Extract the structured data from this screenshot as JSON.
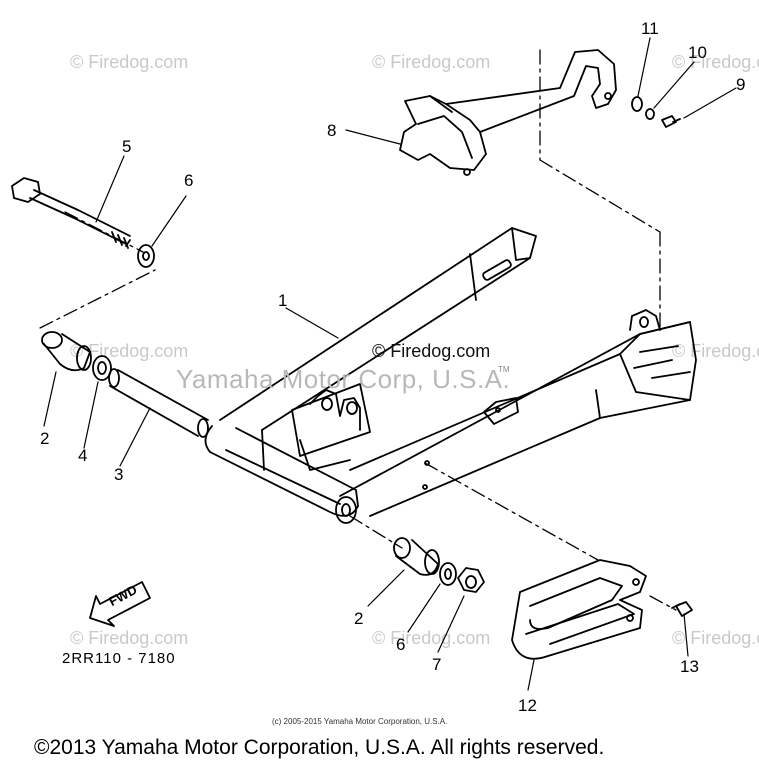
{
  "watermarks": {
    "firedog": "© Firedog.com",
    "center": "© Firedog.com",
    "yamaha": "Yamaha Motor Corp, U.S.A.",
    "tm": "TM"
  },
  "callouts": [
    "1",
    "2",
    "2",
    "3",
    "4",
    "5",
    "6",
    "6",
    "7",
    "8",
    "9",
    "10",
    "11",
    "12",
    "13"
  ],
  "fwd_label": "FWD",
  "drawing_code": "2RR110 - 7180",
  "small_copyright": "(c) 2005-2015 Yamaha Motor Corporation, U.S.A.",
  "footer": "©2013 Yamaha Motor Corporation, U.S.A. All rights reserved.",
  "colors": {
    "line": "#000000",
    "watermark": "#c9c9c9",
    "background": "#ffffff"
  }
}
